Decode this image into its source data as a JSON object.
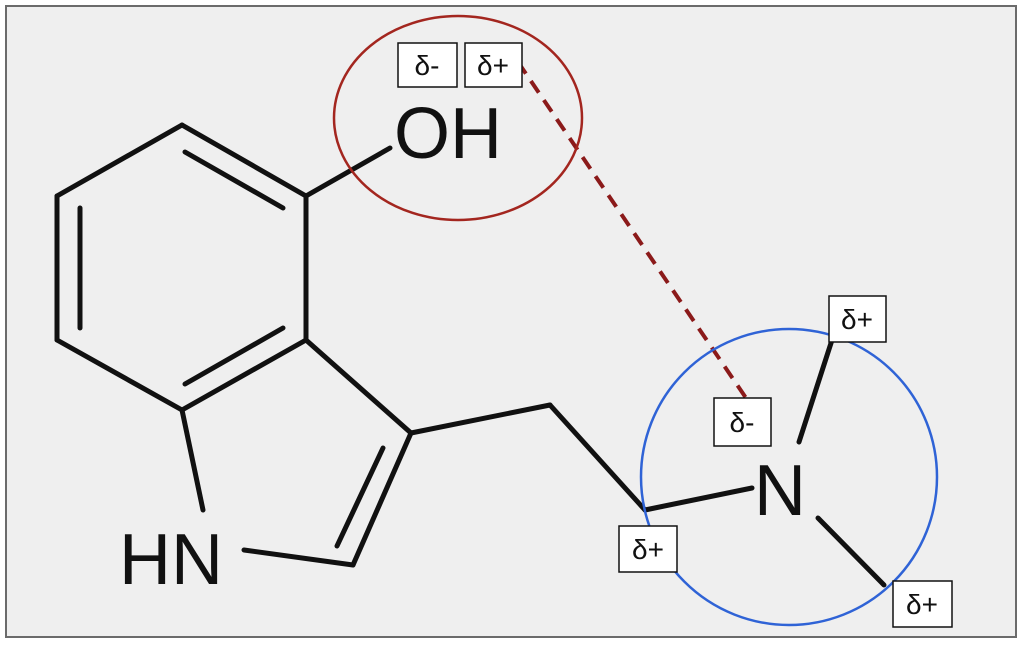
{
  "atoms": {
    "hydroxyl": "OH",
    "indole_nh": "HN",
    "amine_n": "N"
  },
  "partial_charges": {
    "oh_oxygen": "δ-",
    "oh_hydrogen": "δ+",
    "n_lone_pair": "δ-",
    "methylene_carbon": "δ+",
    "methyl_top": "δ+",
    "methyl_bottom": "δ+"
  },
  "colors": {
    "hydroxyl_circle": "#a3261f",
    "amine_circle": "#2f63d6",
    "hbond": "#8b1a1a",
    "bond": "#111111"
  }
}
